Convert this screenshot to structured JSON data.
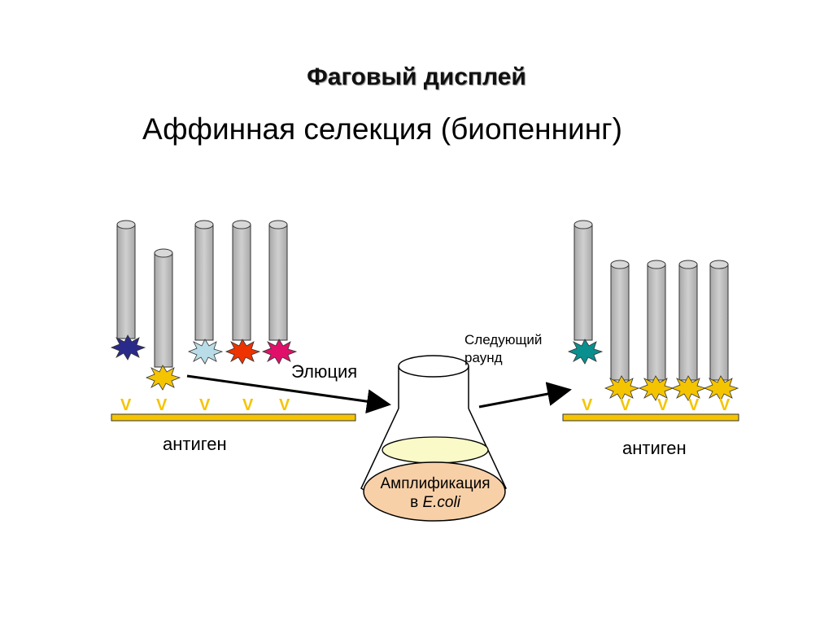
{
  "title": "Фаговый дисплей",
  "subtitle": "Аффинная селекция (биопеннинг)",
  "labels": {
    "elution": "Элюция",
    "antigen_left": "антиген",
    "antigen_right": "антиген",
    "next_round_line1": "Следующий",
    "next_round_line2": "раунд",
    "amplification_line1": "Амплификация",
    "amplification_prefix": "в ",
    "amplification_organism": "E.coli",
    "antigen_mark": "V"
  },
  "colors": {
    "phage_body": "#c0c0c0",
    "phage_cap": "#d8d8d8",
    "antigen_bar": "#f5c400",
    "antigen_mark": "#f5c400",
    "star_dark_blue": "#2a2a8a",
    "star_yellow": "#f5c400",
    "star_light_blue": "#b9dde8",
    "star_red": "#ee3300",
    "star_magenta": "#e0106a",
    "star_teal": "#0a8f8f",
    "flask_liquid": "#fafac8",
    "dish_fill": "#f8d0a8"
  },
  "left_stars": [
    "star_dark_blue",
    "star_yellow",
    "star_light_blue",
    "star_red",
    "star_magenta"
  ],
  "right_stars": [
    "star_teal",
    "star_yellow",
    "star_yellow",
    "star_yellow",
    "star_yellow"
  ]
}
